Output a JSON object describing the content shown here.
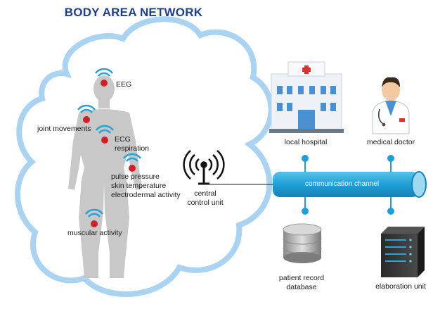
{
  "title": "BODY AREA NETWORK",
  "sensors": {
    "eeg": "EEG",
    "joint": "joint movements",
    "ecg": "ECG",
    "respiration": "respiration",
    "pulse": "pulse pressure",
    "skin_temp": "skin temperature",
    "electrodermal": "electrodermal activity",
    "muscular": "muscular activity"
  },
  "central_unit": {
    "line1": "central",
    "line2": "control unit"
  },
  "nodes": {
    "hospital": "local hospital",
    "doctor": "medical doctor",
    "channel": "communication channel",
    "database_line1": "patient record",
    "database_line2": "database",
    "elaboration": "elaboration unit"
  },
  "colors": {
    "title": "#1f3f86",
    "cloud_outline": "#a9d3f0",
    "cloud_fill": "#ffffff",
    "body": "#c8c8c8",
    "sensor": "#d0202a",
    "wifi": "#2aa4d6",
    "channel": "#1e9fd6",
    "hospital_blue": "#4a8fd0",
    "cross": "#d63031"
  }
}
